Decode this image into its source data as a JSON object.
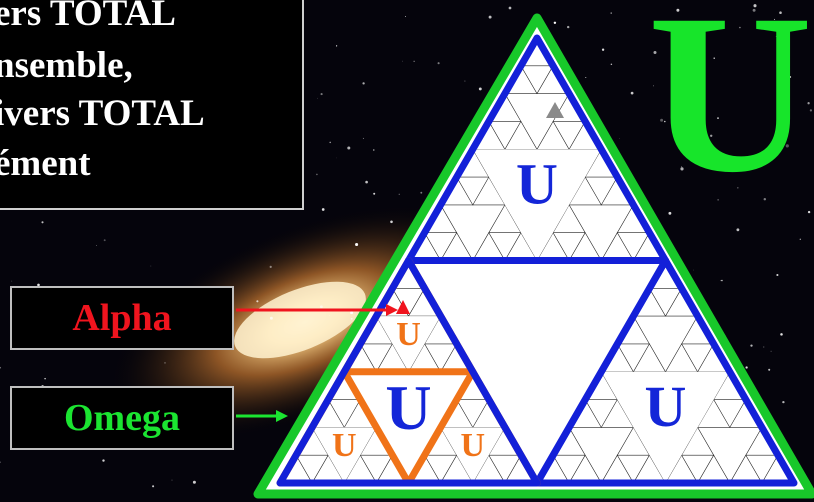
{
  "caption_lines": [
    "ers TOTAL",
    "nsemble,",
    "ivers TOTAL",
    "ément"
  ],
  "big_label": "U",
  "triangle_label": "U",
  "pointers": {
    "alpha": "Alpha",
    "omega": "Omega"
  },
  "colors": {
    "outer_border": "#18c82a",
    "inner_border": "#1320d8",
    "sub_border": "#f07318",
    "u_blue": "#1426d8",
    "u_orange": "#f07318",
    "alpha": "#f0141e",
    "omega": "#1be531",
    "sierpinski": "#222222"
  }
}
